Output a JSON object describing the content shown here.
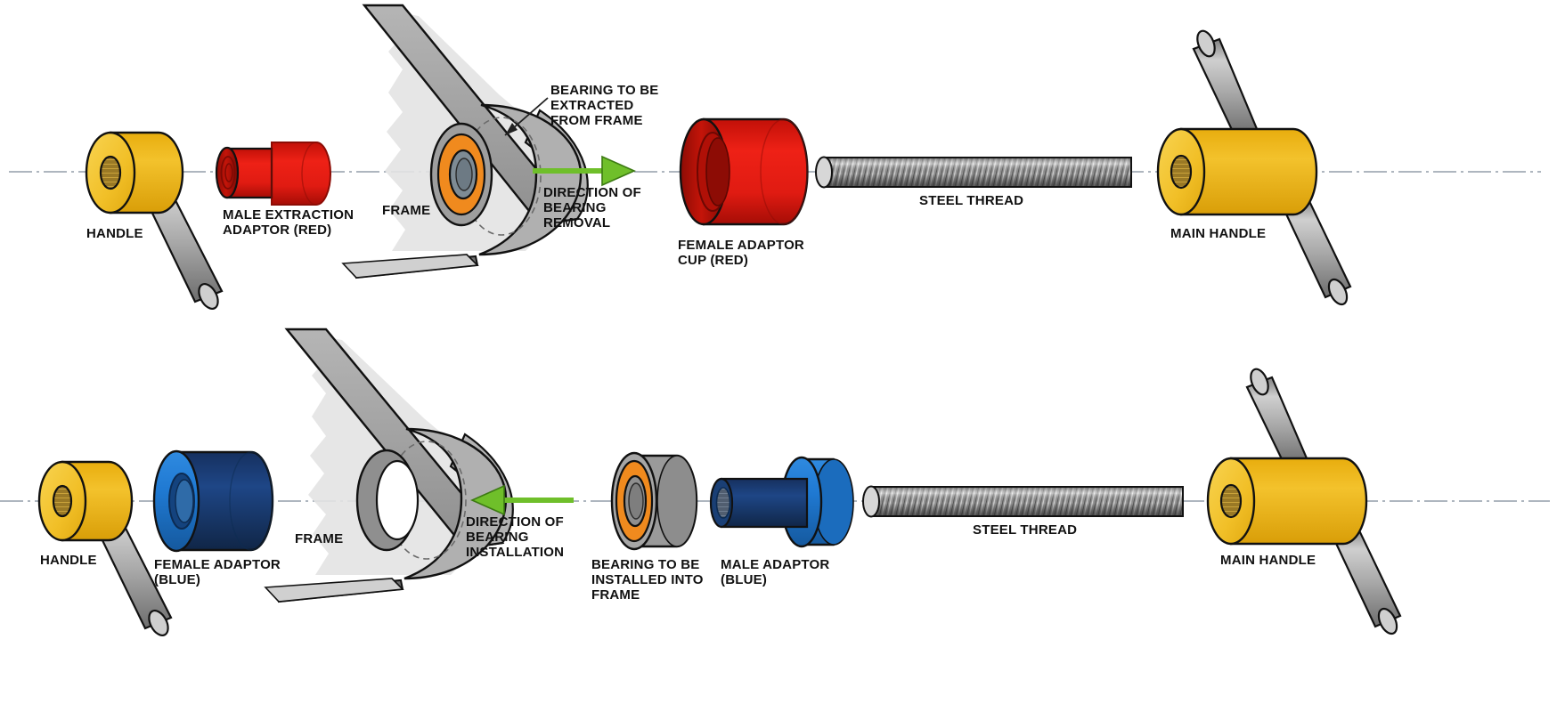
{
  "diagram": {
    "title": "Bearing extraction and installation tool exploded view",
    "rows": [
      {
        "id": "extraction",
        "arrow_label": "DIRECTION OF\nBEARING\nREMOVAL",
        "callout": "BEARING TO BE\nEXTRACTED\nFROM FRAME",
        "parts": [
          {
            "name": "handle",
            "label": "HANDLE"
          },
          {
            "name": "male-extraction-adaptor",
            "label": "MALE EXTRACTION\nADAPTOR (RED)"
          },
          {
            "name": "frame",
            "label": "FRAME"
          },
          {
            "name": "female-adaptor-cup",
            "label": "FEMALE ADAPTOR\nCUP (RED)"
          },
          {
            "name": "steel-thread",
            "label": "STEEL THREAD"
          },
          {
            "name": "main-handle",
            "label": "MAIN HANDLE"
          }
        ]
      },
      {
        "id": "installation",
        "arrow_label": "DIRECTION OF\nBEARING\nINSTALLATION",
        "parts": [
          {
            "name": "handle",
            "label": "HANDLE"
          },
          {
            "name": "female-adaptor",
            "label": "FEMALE ADAPTOR\n(BLUE)"
          },
          {
            "name": "frame",
            "label": "FRAME"
          },
          {
            "name": "bearing",
            "label": "BEARING TO BE\nINSTALLED INTO\nFRAME"
          },
          {
            "name": "male-adaptor",
            "label": "MALE ADAPTOR\n(BLUE)"
          },
          {
            "name": "steel-thread",
            "label": "STEEL THREAD"
          },
          {
            "name": "main-handle",
            "label": "MAIN HANDLE"
          }
        ]
      }
    ],
    "colors": {
      "red": "#e01b12",
      "red_dark": "#9c0f08",
      "blue": "#1c3f7c",
      "blue_light": "#1f7ad4",
      "yellow": "#f0b91e",
      "yellow_light": "#f7cf4a",
      "grey": "#a8a8a8",
      "grey_light": "#d9d9d9",
      "grey_dark": "#7a7a7a",
      "orange": "#f08a1e",
      "green": "#6fbf2a",
      "outline": "#111111",
      "centerline": "#7d8a99"
    }
  }
}
